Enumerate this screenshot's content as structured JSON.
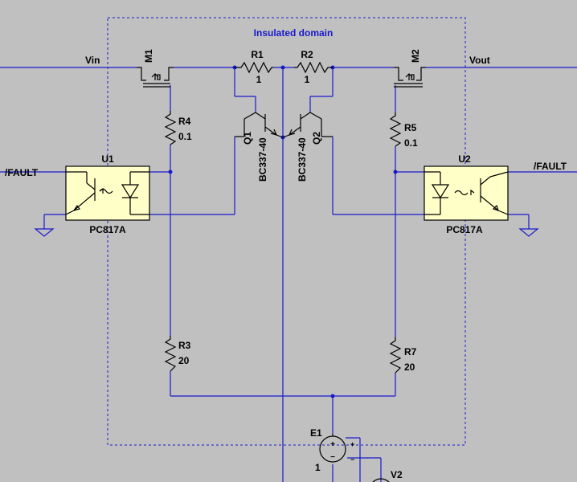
{
  "domain_label": "Insulated domain",
  "nets": {
    "vin": "Vin",
    "vout": "Vout",
    "fault_left": "/FAULT",
    "fault_right": "/FAULT"
  },
  "components": {
    "m1": {
      "ref": "M1"
    },
    "m2": {
      "ref": "M2"
    },
    "r1": {
      "ref": "R1",
      "value": "1"
    },
    "r2": {
      "ref": "R2",
      "value": "1"
    },
    "r3": {
      "ref": "R3",
      "value": "20"
    },
    "r4": {
      "ref": "R4",
      "value": "0.1"
    },
    "r5": {
      "ref": "R5",
      "value": "0.1"
    },
    "r7": {
      "ref": "R7",
      "value": "20"
    },
    "q1": {
      "ref": "Q1",
      "part": "BC337-40"
    },
    "q2": {
      "ref": "Q2",
      "part": "BC337-40"
    },
    "u1": {
      "ref": "U1",
      "part": "PC817A"
    },
    "u2": {
      "ref": "U2",
      "part": "PC817A"
    },
    "e1": {
      "ref": "E1",
      "value": "1"
    },
    "v2": {
      "ref": "V2"
    }
  },
  "colors": {
    "background": "#c0c0c0",
    "wire": "#1a1acc",
    "component": "#000000",
    "optocoupler_fill": "#ffffc8"
  }
}
